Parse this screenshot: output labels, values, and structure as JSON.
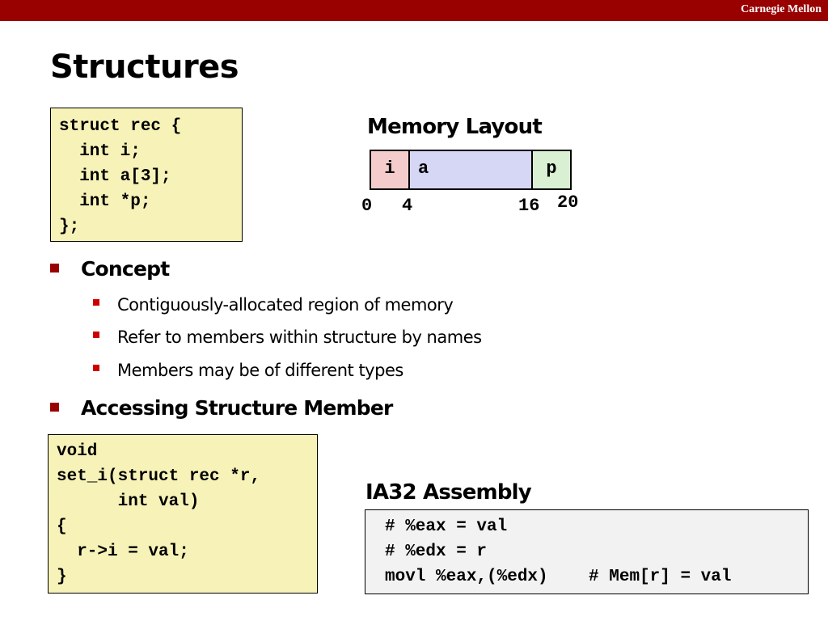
{
  "header": {
    "brand": "Carnegie Mellon"
  },
  "slide": {
    "title": "Structures",
    "struct_code": "struct rec {\n  int i;\n  int a[3];\n  int *p;\n};",
    "memory_layout": {
      "heading": "Memory Layout",
      "cells": [
        "i",
        "a",
        "p"
      ],
      "offsets": [
        "0",
        "4",
        "16",
        "20"
      ],
      "colors": {
        "i": "#f5cccc",
        "a": "#d6d6f5",
        "p": "#d9f0d3"
      }
    },
    "bullets": [
      {
        "label": "Concept",
        "sub": [
          "Contiguously-allocated region of memory",
          "Refer to members within structure by names",
          "Members may be of different types"
        ]
      },
      {
        "label": "Accessing Structure Member"
      }
    ],
    "set_i_code": "void\nset_i(struct rec *r,\n      int val)\n{\n  r->i = val;\n}",
    "assembly": {
      "heading": "IA32 Assembly",
      "code": "# %eax = val\n# %edx = r\nmovl %eax,(%edx)    # Mem[r] = val"
    }
  },
  "colors": {
    "accent": "#990000",
    "code_bg": "#f7f3b8",
    "asm_bg": "#f2f2f2"
  }
}
